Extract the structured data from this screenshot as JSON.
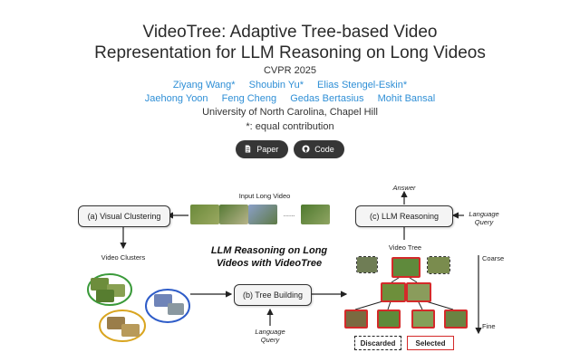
{
  "header": {
    "title_line1": "VideoTree: Adaptive Tree-based Video",
    "title_line2": "Representation for LLM Reasoning on Long Videos",
    "venue": "CVPR 2025",
    "authors_line1": [
      "Ziyang Wang*",
      "Shoubin Yu*",
      "Elias Stengel-Eskin*"
    ],
    "authors_line2": [
      "Jaehong Yoon",
      "Feng Cheng",
      "Gedas Bertasius",
      "Mohit Bansal"
    ],
    "affiliation": "University of North Carolina, Chapel Hill",
    "contribution_note": "*: equal contribution"
  },
  "buttons": {
    "paper_label": "Paper",
    "code_label": "Code"
  },
  "figure": {
    "input_video_label": "Input Long Video",
    "visual_clustering": "(a) Visual Clustering",
    "video_clusters_label": "Video Clusters",
    "tree_building": "(b) Tree Building",
    "llm_reasoning": "(c) LLM Reasoning",
    "answer_label": "Answer",
    "language_query_right_1": "Language",
    "language_query_right_2": "Query",
    "language_query_bottom_1": "Language",
    "language_query_bottom_2": "Query",
    "center_title_1": "LLM Reasoning on Long",
    "center_title_2": "Videos with VideoTree",
    "video_tree_label": "Video Tree",
    "coarse_label": "Coarse",
    "fine_label": "Fine",
    "discarded_label": "Discarded",
    "selected_label": "Selected",
    "ellipsis": "......"
  },
  "colors": {
    "accent_link": "#2f8fd6",
    "button_bg": "#363636",
    "selected_red": "#d42a2a",
    "cluster_green": "#3a9a3a",
    "cluster_blue": "#2e5cc8",
    "cluster_yellow": "#d9a520"
  }
}
